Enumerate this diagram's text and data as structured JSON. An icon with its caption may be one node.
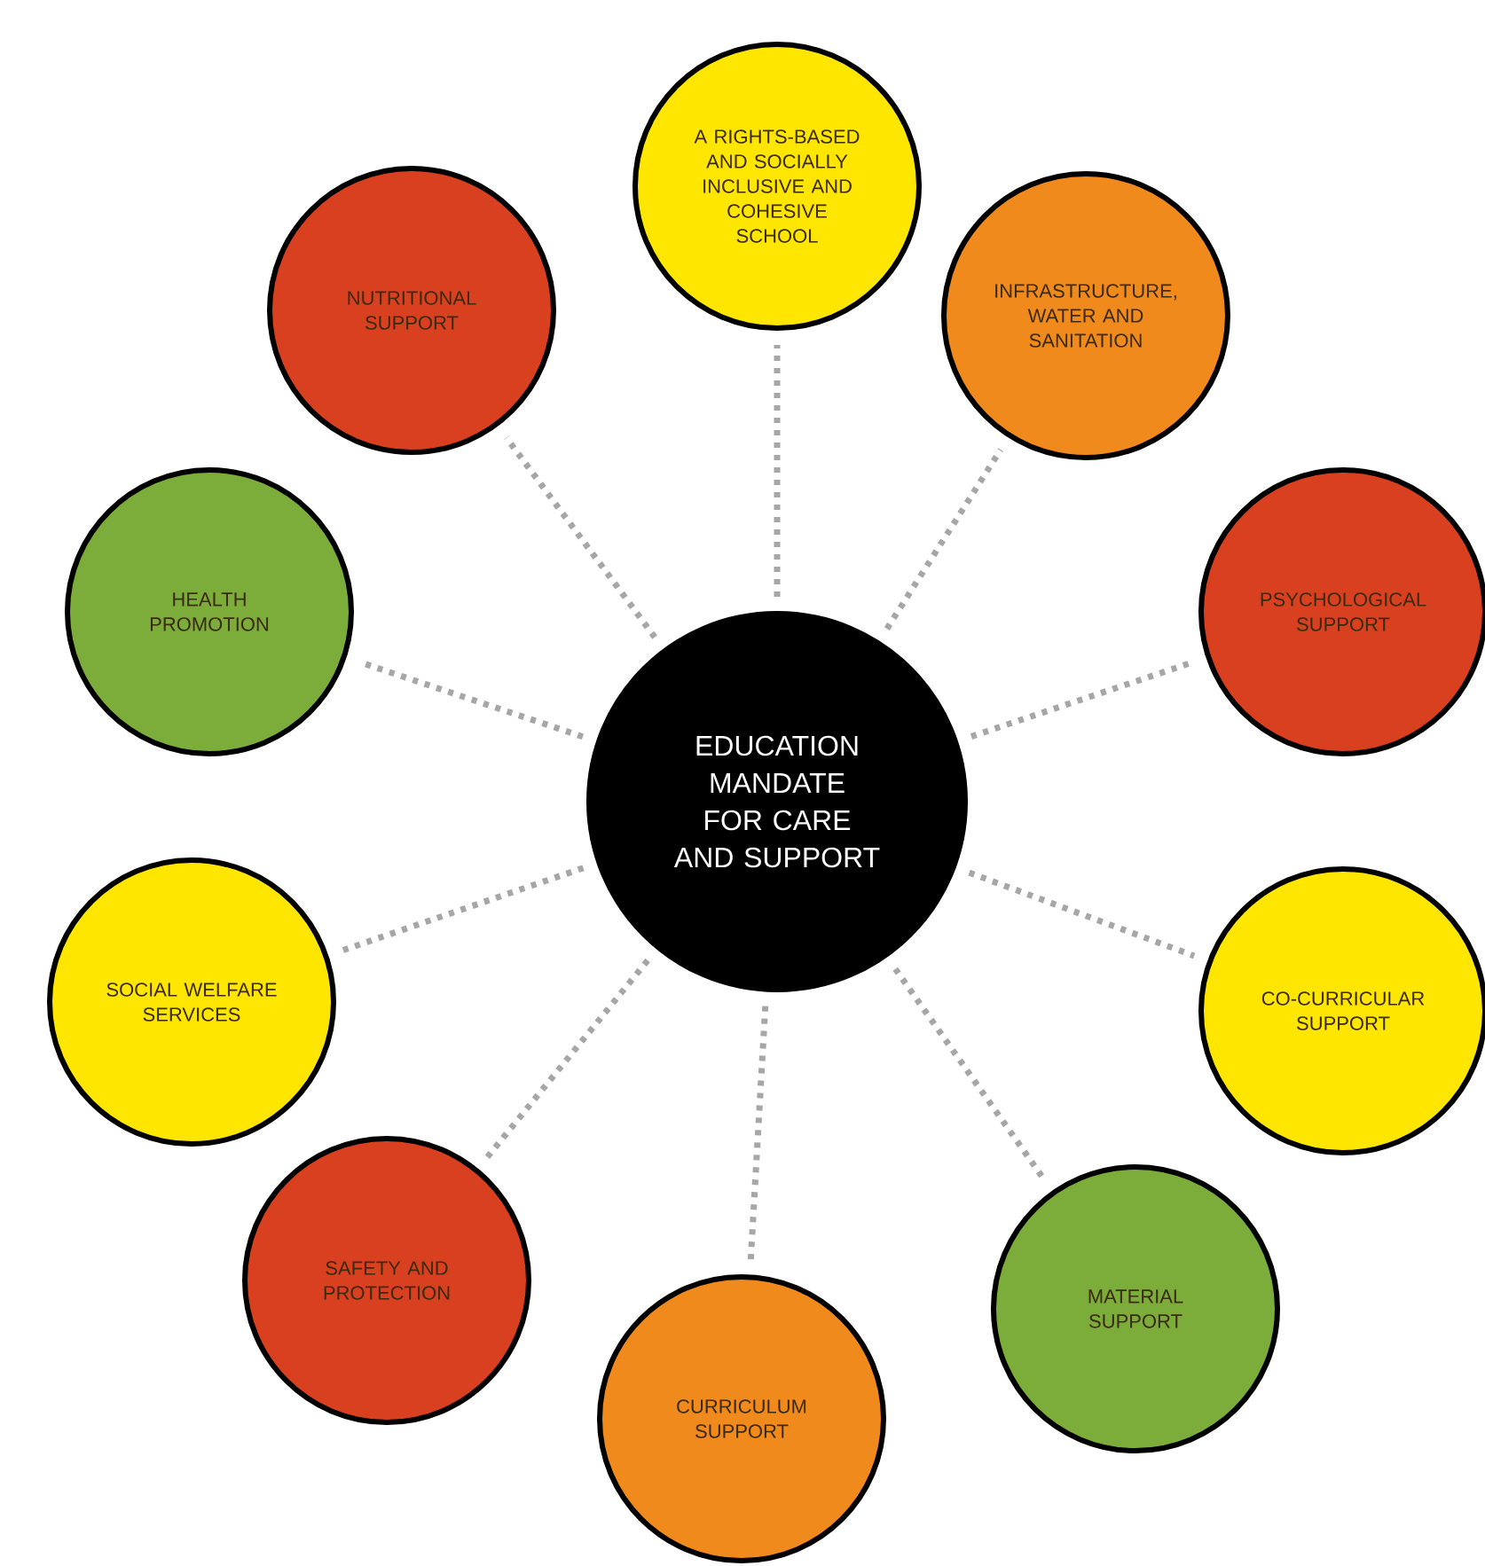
{
  "diagram": {
    "nodes": [
      {
        "text": [
          "EDUCATION MANDATE FOR CARE AND SUPPORT"
        ]
      },
      {
        "text": [
          "A RIGHTS-BASED AND SOCIALLY INCLUSIVE AND COHESIVE SCHOOL"
        ]
      },
      {
        "text": [
          "INFRASTRUCTURE, WATER AND SANITATION"
        ]
      },
      {
        "text": [
          "PSYCHOLOGICAL SUPPORT"
        ]
      },
      {
        "text": [
          "CO-CURRICULAR SUPPORT"
        ]
      },
      {
        "text": [
          "MATERIAL SUPPORT"
        ]
      },
      {
        "text": [
          "CURRICULUM SUPPORT"
        ]
      },
      {
        "text": [
          "SAFETY AND PROTECTION"
        ]
      },
      {
        "text": [
          "SOCIAL WELFARE SERVICES"
        ]
      },
      {
        "text": [
          "HEALTH PROMOTION"
        ]
      },
      {
        "text": [
          "NUTRITIONAL SUPPORT"
        ]
      }
    ],
    "edges": [
      {
        "from": 0,
        "to": 1,
        "arrow": "none"
      },
      {
        "from": 0,
        "to": 2,
        "arrow": "none"
      },
      {
        "from": 0,
        "to": 3,
        "arrow": "none"
      },
      {
        "from": 0,
        "to": 4,
        "arrow": "none"
      },
      {
        "from": 0,
        "to": 5,
        "arrow": "none"
      },
      {
        "from": 0,
        "to": 6,
        "arrow": "none"
      },
      {
        "from": 0,
        "to": 7,
        "arrow": "none"
      },
      {
        "from": 0,
        "to": 8,
        "arrow": "none"
      },
      {
        "from": 0,
        "to": 9,
        "arrow": "none"
      },
      {
        "from": 0,
        "to": 10,
        "arrow": "none"
      }
    ]
  }
}
